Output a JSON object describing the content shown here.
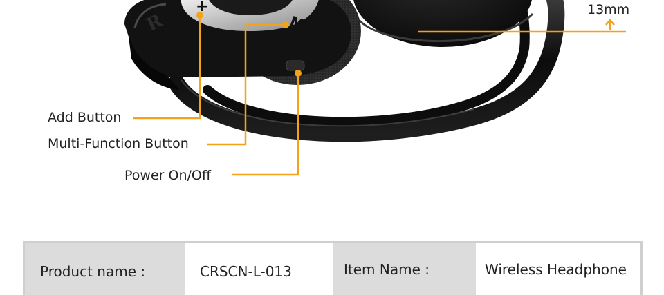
{
  "annotations": {
    "thickness": "13mm",
    "add_button": "Add Button",
    "multi_function_button": "Multi-Function Button",
    "power": "Power On/Off"
  },
  "device_markings": {
    "plus": "+",
    "mode": "M",
    "side": "R"
  },
  "spec_table": {
    "product_name_label": "Product name :",
    "product_name_value": "CRSCN-L-013",
    "item_name_label": "Item Name :",
    "item_name_value": "Wireless Headphone"
  },
  "colors": {
    "accent_orange": "#f5a21b",
    "device_black": "#141414",
    "device_silver": "#c9c9c9",
    "table_label_bg": "#dcdcdc",
    "table_border": "#cfcfcf"
  }
}
